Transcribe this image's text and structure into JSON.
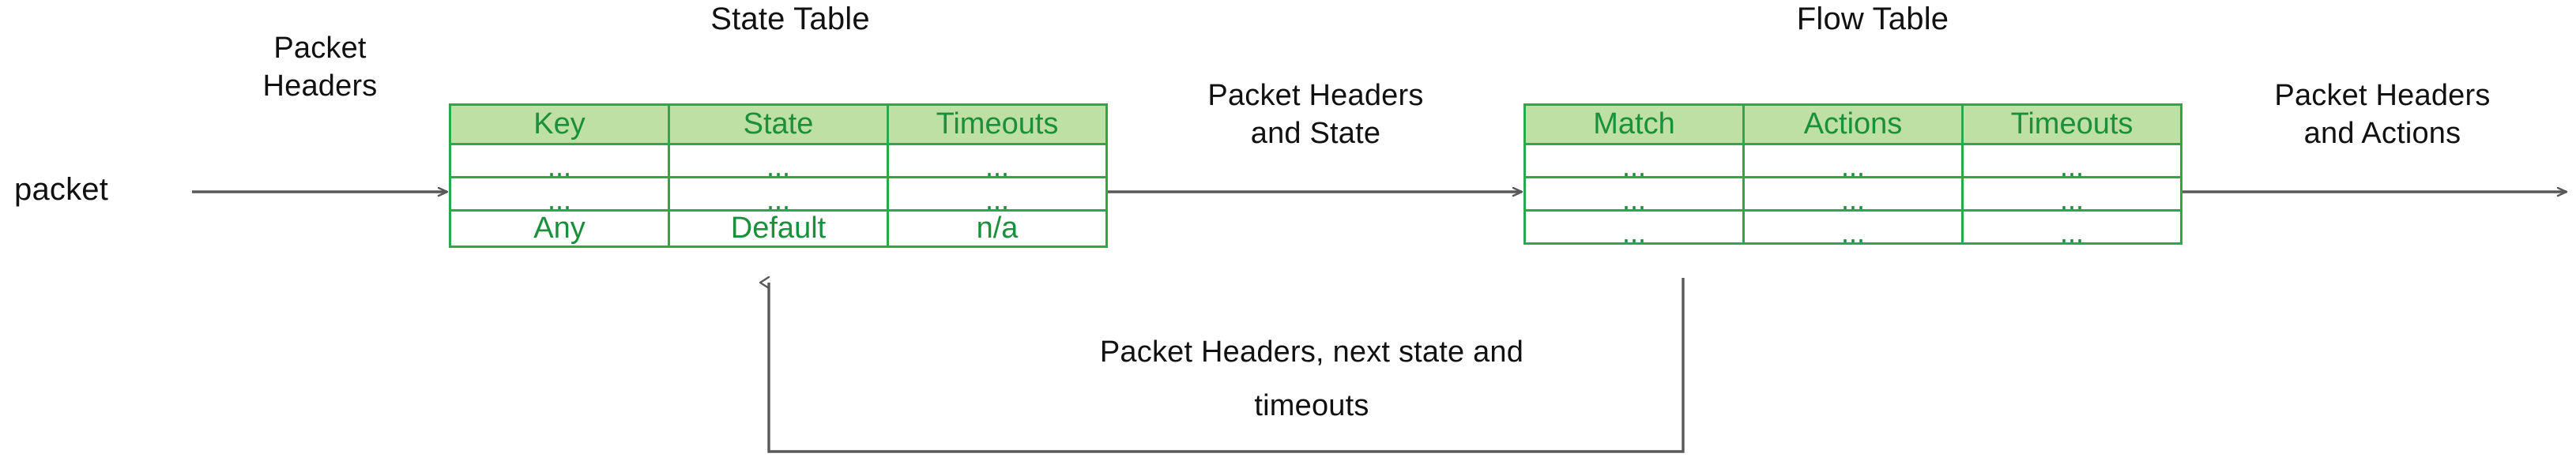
{
  "diagram": {
    "title_state_table": "State Table",
    "title_flow_table": "Flow Table",
    "input_node_label": "packet",
    "edges": {
      "packet_to_state_line1": "Packet",
      "packet_to_state_line2": "Headers",
      "state_to_flow_line1": "Packet Headers",
      "state_to_flow_line2": "and State",
      "flow_to_out_line1": "Packet Headers",
      "flow_to_out_line2": "and Actions",
      "feedback_line1": "Packet Headers, next state and",
      "feedback_line2": "timeouts"
    },
    "colors": {
      "table_border": "#2ba84a",
      "header_fill": "#bfe0a5",
      "table_text": "#1a8f3c",
      "arrow": "#595959",
      "label_text": "#111111",
      "background": "#ffffff"
    },
    "state_table": {
      "name": "State Table",
      "headers": [
        "Key",
        "State",
        "Timeouts"
      ],
      "rows": [
        [
          "...",
          "...",
          "..."
        ],
        [
          "...",
          "...",
          "..."
        ],
        [
          "Any",
          "Default",
          "n/a"
        ]
      ]
    },
    "flow_table": {
      "name": "Flow Table",
      "headers": [
        "Match",
        "Actions",
        "Timeouts"
      ],
      "rows": [
        [
          "...",
          "...",
          "..."
        ],
        [
          "...",
          "...",
          "..."
        ],
        [
          "...",
          "...",
          "..."
        ]
      ]
    }
  }
}
